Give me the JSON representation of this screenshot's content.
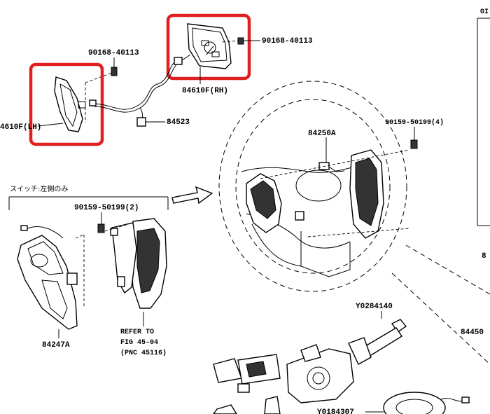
{
  "labels": {
    "bolt_90168_left": "90168-40113",
    "bolt_90168_right": "90168-40113",
    "switch_rh": "84610F(RH)",
    "switch_lh": "4610F(LH)",
    "wire_84523": "84523",
    "bolt_90159_qty4": "90159-50199(4)",
    "wheel_84250A": "84250A",
    "note_jp": "スイッチ:左側のみ",
    "bolt_90159_qty2": "90159-50199(2)",
    "switch_84247A": "84247A",
    "refer_line1": "REFER TO",
    "refer_line2": "FIG 45-04",
    "refer_line3": "(PNC 45116)",
    "combo_Y0284140": "Y0284140",
    "combo_Y0184307": "Y0184307",
    "right_cut_84450": "84450",
    "right_cut_gl": "GI",
    "right_cut_8": "8"
  },
  "highlight_color": "#e02020"
}
